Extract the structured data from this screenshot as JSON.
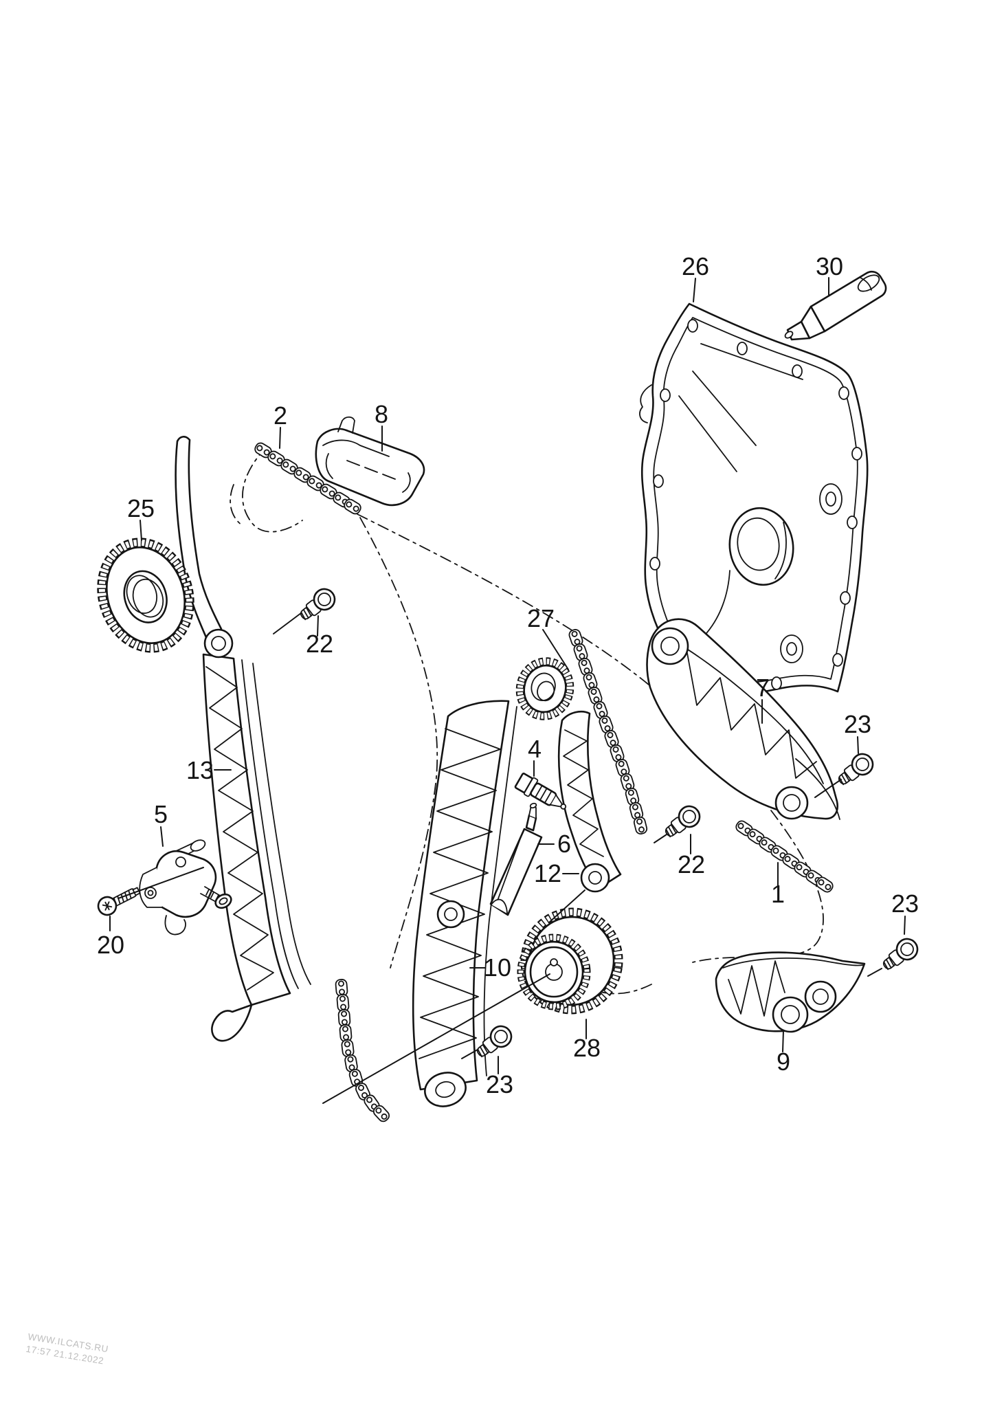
{
  "watermark": {
    "line1": "WWW.ILCATS.RU",
    "line2": "17:57 21.12.2022"
  },
  "colors": {
    "ink": "#141414",
    "paper": "#ffffff",
    "watermark_gray": "#bdbdbd"
  },
  "callouts": [
    {
      "label": "2"
    },
    {
      "label": "8"
    },
    {
      "label": "25"
    },
    {
      "label": "22"
    },
    {
      "label": "26"
    },
    {
      "label": "30"
    },
    {
      "label": "27"
    },
    {
      "label": "7"
    },
    {
      "label": "23"
    },
    {
      "label": "4"
    },
    {
      "label": "13"
    },
    {
      "label": "5"
    },
    {
      "label": "6"
    },
    {
      "label": "12"
    },
    {
      "label": "22"
    },
    {
      "label": "1"
    },
    {
      "label": "20"
    },
    {
      "label": "10"
    },
    {
      "label": "23"
    },
    {
      "label": "28"
    },
    {
      "label": "9"
    },
    {
      "label": "23"
    }
  ]
}
